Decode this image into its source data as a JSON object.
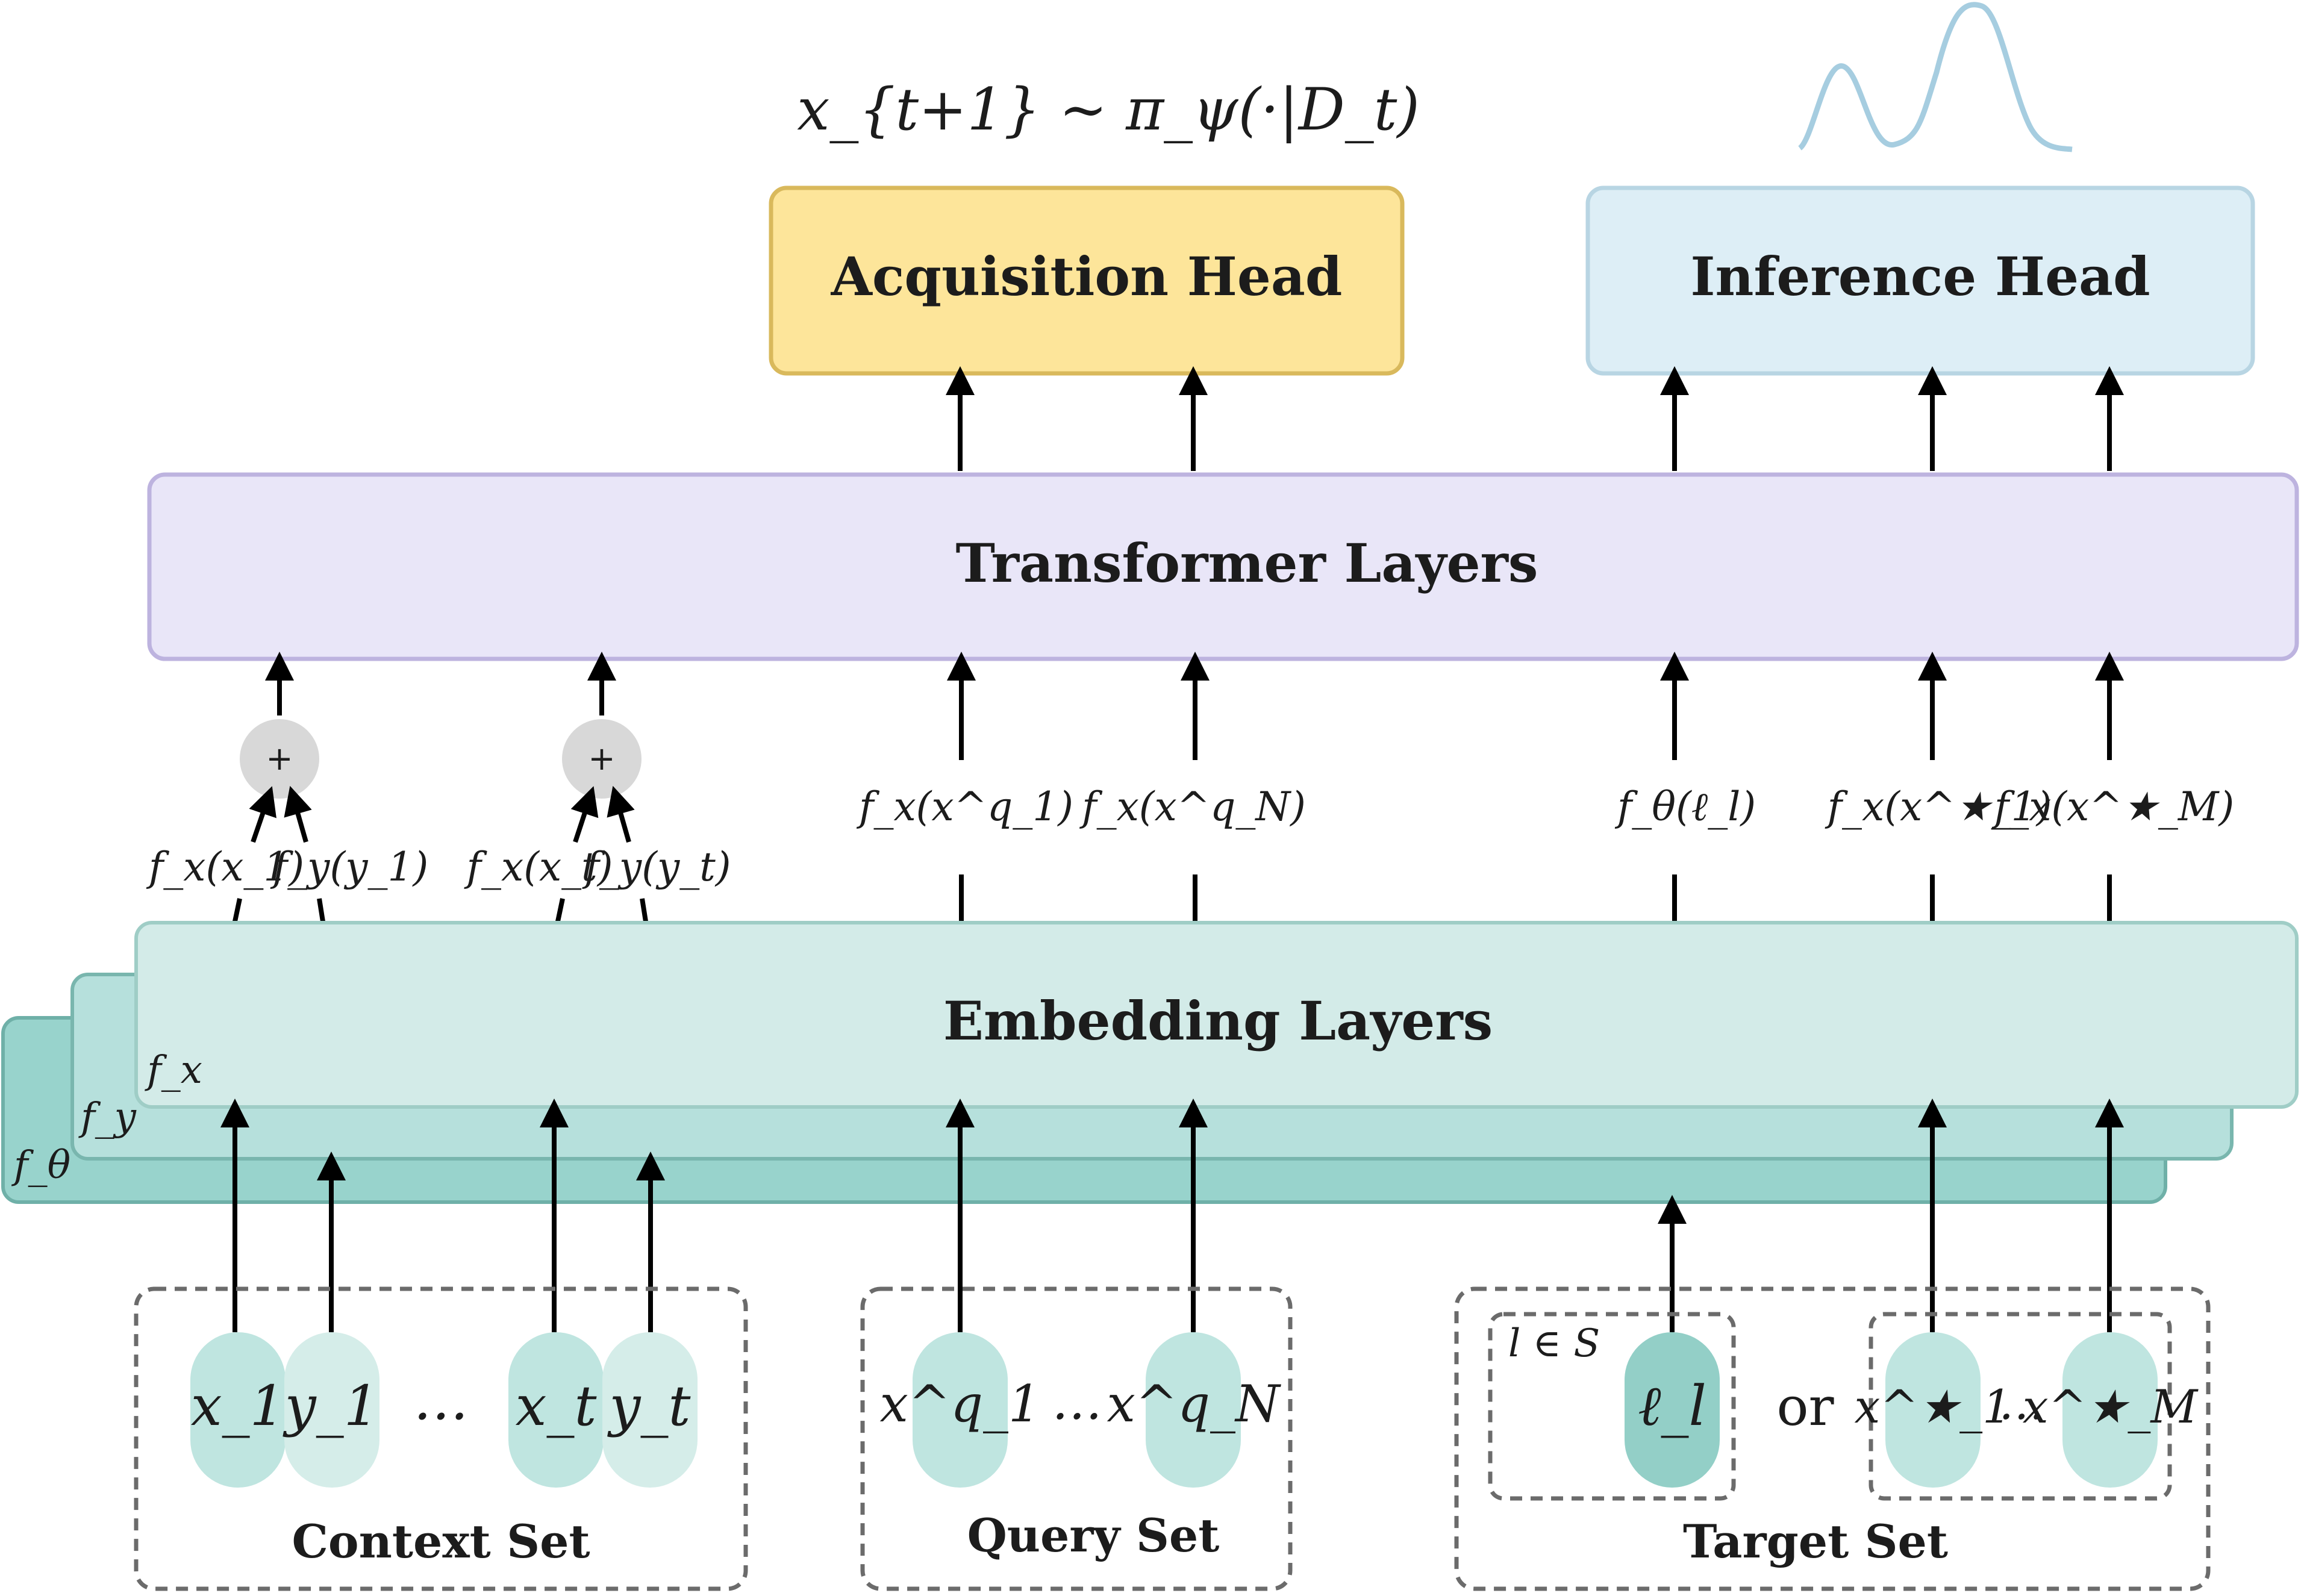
{
  "heads": {
    "acquisition": "Acquisition Head",
    "inference": "Inference Head",
    "acquisition_formula": "x_{t+1} ~ π_ψ(·|D_t)"
  },
  "transformer": {
    "label": "Transformer Layers"
  },
  "embedding": {
    "label": "Embedding Layers",
    "layer_tags": {
      "fx": "f_x",
      "fy": "f_y",
      "ftheta": "f_θ"
    }
  },
  "embedding_labels": {
    "fx_x1": "f_x(x_1)",
    "fy_y1": "f_y(y_1)",
    "fx_xt": "f_x(x_t)",
    "fy_yt": "f_y(y_t)",
    "fx_xq1": "f_x(x^q_1)",
    "fx_xqN": "f_x(x^q_N)",
    "ftheta_l": "f_θ(ℓ_l)",
    "fx_xstar1": "f_x(x^★_1)",
    "fx_xstarM": "f_x(x^★_M)"
  },
  "sets": {
    "context": {
      "label": "Context Set",
      "tokens": [
        "x_1",
        "y_1",
        "…",
        "x_t",
        "y_t"
      ]
    },
    "query": {
      "label": "Query Set",
      "tokens": [
        "x^q_1",
        "…",
        "x^q_N"
      ]
    },
    "target": {
      "label": "Target Set",
      "subset_label": "l ∈ S",
      "latent_token": "ℓ_l",
      "or": "or",
      "tokens": [
        "x^★_1",
        "…",
        "x^★_M"
      ]
    }
  },
  "plus_symbol": "+",
  "colors": {
    "acquisition_fill": "#fde59a",
    "acquisition_stroke": "#d9b95c",
    "inference_fill": "#ddeef6",
    "inference_stroke": "#b8d5e3",
    "transformer_fill": "#e9e6f8",
    "transformer_stroke": "#bdb3df",
    "embed_front": "#d3ebe8",
    "embed_mid": "#b6e0dc",
    "embed_back": "#98d3cc",
    "token_x": "#bfe5e0",
    "token_y": "#d5ede9",
    "token_latent": "#93cfc7",
    "density_curve": "#a6cde0"
  }
}
